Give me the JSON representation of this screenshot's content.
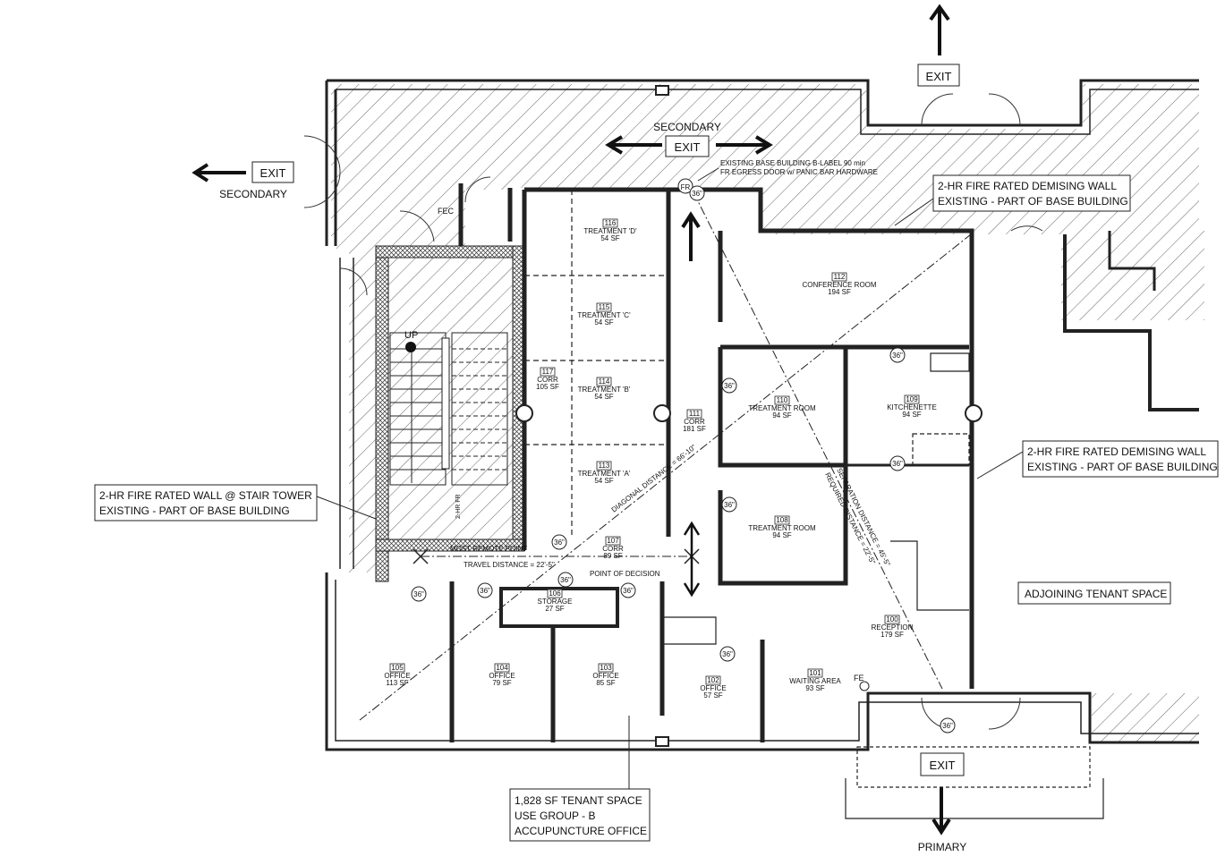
{
  "exits": {
    "top": {
      "label": "EXIT"
    },
    "west": {
      "label": "EXIT",
      "note": "SECONDARY"
    },
    "north": {
      "label": "EXIT",
      "note": "SECONDARY"
    },
    "primary": {
      "label": "EXIT",
      "note": "PRIMARY"
    }
  },
  "notes": {
    "existing_door": [
      "EXISTING BASE BUILDING B-LABEL 90 min",
      "FR EGRESS DOOR w/ PANIC BAR HARDWARE"
    ],
    "fec": "FEC",
    "fe": "FE",
    "fr": "FR",
    "up": "UP",
    "demising_wall_top": [
      "2-HR FIRE RATED DEMISING WALL",
      "EXISTING - PART OF BASE BUILDING"
    ],
    "demising_wall_right": [
      "2-HR FIRE RATED DEMISING WALL",
      "EXISTING - PART OF BASE BUILDING"
    ],
    "stair_wall": [
      "2-HR FIRE RATED WALL @ STAIR TOWER",
      "EXISTING - PART OF BASE BUILDING"
    ],
    "adjoining": "ADJOINING TENANT SPACE",
    "tenant": [
      "1,828 SF TENANT SPACE",
      "USE GROUP - B",
      "ACCUPUNCTURE OFFICE"
    ],
    "most_remote": "MOST REMOTE POINT",
    "travel_distance": "TRAVEL DISTANCE = 22'-5\"",
    "point_of_decision": "POINT OF DECISION",
    "diagonal_distance": "DIAGONAL DISTANCE = 66'-10\"",
    "separation_distance": "SEPARATION DISTANCE = 45'-5\"",
    "required_distance": "REQUIRED DISTANCE = 22'-5\"",
    "fire_tag": "2-HR FR",
    "door_size": "36\""
  },
  "rooms": [
    {
      "id": "100",
      "name": "RECEPTION",
      "area": "179 SF"
    },
    {
      "id": "101",
      "name": "WAITING AREA",
      "area": "93 SF"
    },
    {
      "id": "102",
      "name": "OFFICE",
      "area": "57 SF"
    },
    {
      "id": "103",
      "name": "OFFICE",
      "area": "85 SF"
    },
    {
      "id": "104",
      "name": "OFFICE",
      "area": "79 SF"
    },
    {
      "id": "105",
      "name": "OFFICE",
      "area": "113 SF"
    },
    {
      "id": "106",
      "name": "STORAGE",
      "area": "27 SF"
    },
    {
      "id": "107",
      "name": "CORR",
      "area": "89 SF"
    },
    {
      "id": "108",
      "name": "TREATMENT ROOM",
      "area": "94 SF"
    },
    {
      "id": "109",
      "name": "KITCHENETTE",
      "area": "94 SF"
    },
    {
      "id": "110",
      "name": "TREATMENT ROOM",
      "area": "94 SF"
    },
    {
      "id": "111",
      "name": "CORR",
      "area": "181 SF"
    },
    {
      "id": "112",
      "name": "CONFERENCE ROOM",
      "area": "194 SF"
    },
    {
      "id": "113",
      "name": "TREATMENT 'A'",
      "area": "54 SF"
    },
    {
      "id": "114",
      "name": "TREATMENT 'B'",
      "area": "54 SF"
    },
    {
      "id": "115",
      "name": "TREATMENT 'C'",
      "area": "54 SF"
    },
    {
      "id": "116",
      "name": "TREATMENT 'D'",
      "area": "54 SF"
    },
    {
      "id": "117",
      "name": "CORR",
      "area": "105 SF"
    }
  ]
}
